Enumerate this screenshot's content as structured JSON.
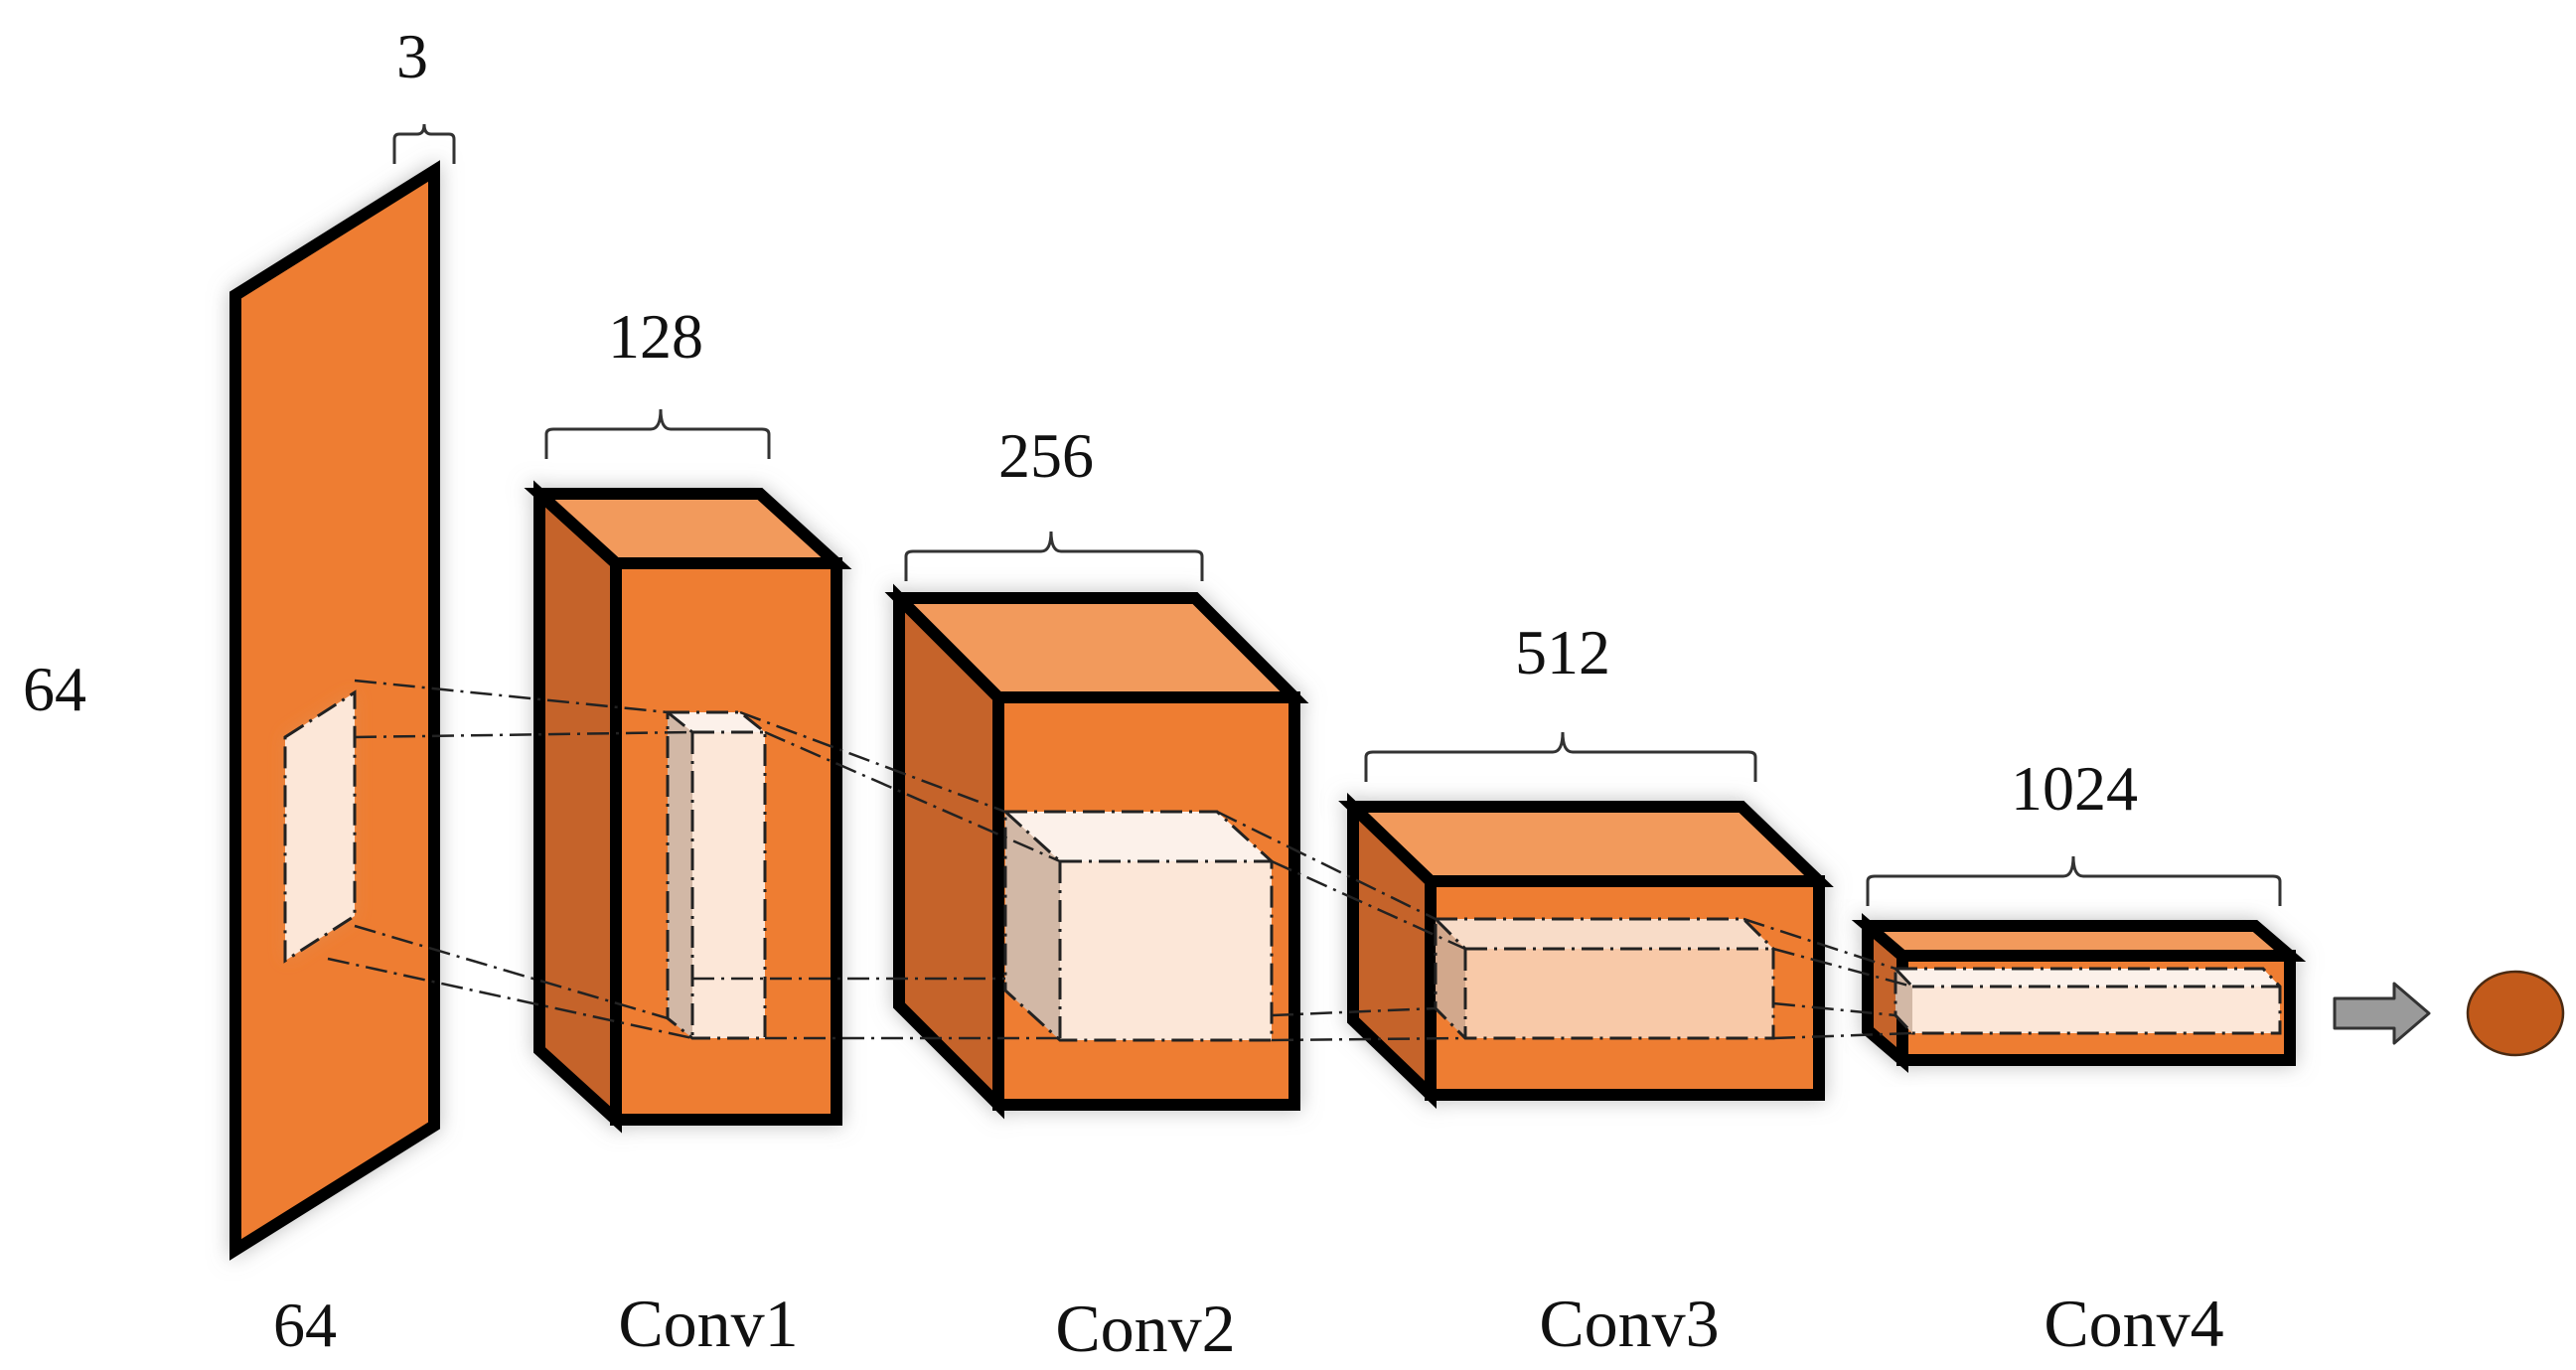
{
  "labels": {
    "input_depth": "3",
    "input_height": "64",
    "input_width": "64",
    "conv1_channels": "128",
    "conv2_channels": "256",
    "conv3_channels": "512",
    "conv4_channels": "1024",
    "conv1_name": "Conv1",
    "conv2_name": "Conv2",
    "conv3_name": "Conv3",
    "conv4_name": "Conv4"
  },
  "colors": {
    "front": "#ee7d33",
    "top": "#f29a5c",
    "side": "#c5632a",
    "kernel_front": "#fce7d8",
    "kernel_side": "#d2b8a6",
    "kernel_top": "#fcf1ea",
    "arrow": "#9a9a9a",
    "output_node": "#c25a1b"
  }
}
